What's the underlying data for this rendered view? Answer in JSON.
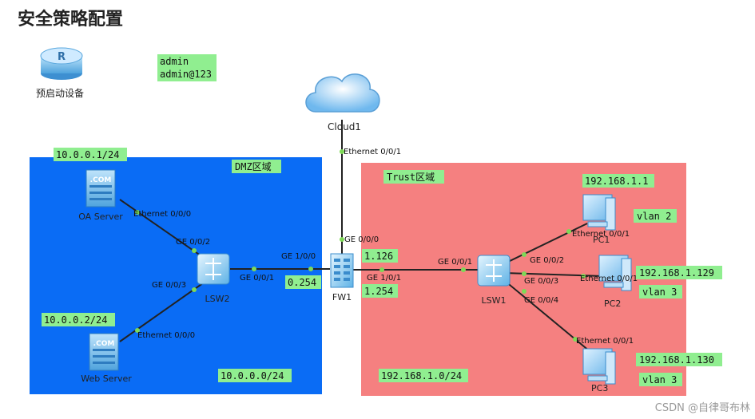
{
  "title": "安全策略配置",
  "credentials": {
    "line1": "admin",
    "line2": "admin@123"
  },
  "router": {
    "label": "预启动设备",
    "letter": "R"
  },
  "zones": {
    "dmz": {
      "label": "DMZ区域",
      "network": "10.0.0.0/24",
      "color": "#0a6cf5"
    },
    "trust": {
      "label": "Trust区域",
      "network": "192.168.1.0/24",
      "color": "#f58080"
    }
  },
  "cloud": {
    "label": "Cloud1",
    "port": "Ethernet 0/0/1"
  },
  "firewall": {
    "label": "FW1",
    "port_top": "GE 0/0/0",
    "port_left": "GE 1/0/0",
    "port_right": "GE 1/0/1",
    "ip_left": "0.254",
    "ip_right_top": "1.126",
    "ip_right_bottom": "1.254"
  },
  "servers": {
    "oa": {
      "label": "OA Server",
      "ip": "10.0.0.1/24",
      "port": "Ethernet 0/0/0",
      "badge": ".COM"
    },
    "web": {
      "label": "Web Server",
      "ip": "10.0.0.2/24",
      "port": "Ethernet 0/0/0",
      "badge": ".COM"
    }
  },
  "lsw2": {
    "label": "LSW2",
    "port_oa": "GE 0/0/2",
    "port_web": "GE 0/0/3",
    "port_fw": "GE 0/0/1"
  },
  "lsw1": {
    "label": "LSW1",
    "port_fw": "GE 0/0/1",
    "port_pc1": "GE 0/0/2",
    "port_pc2": "GE 0/0/3",
    "port_pc3": "GE 0/0/4"
  },
  "pcs": {
    "pc1": {
      "label": "PC1",
      "ip": "192.168.1.1",
      "vlan": "vlan 2",
      "port": "Ethernet 0/0/1"
    },
    "pc2": {
      "label": "PC2",
      "ip": "192.168.1.129",
      "vlan": "vlan 3",
      "port": "Ethernet 0/0/1"
    },
    "pc3": {
      "label": "PC3",
      "ip": "192.168.1.130",
      "vlan": "vlan 3",
      "port": "Ethernet 0/0/1"
    }
  },
  "colors": {
    "label_bg": "#90ee90",
    "link": "#222222",
    "port_dot": "#7ed957"
  },
  "watermark": "CSDN @自律哥布林"
}
